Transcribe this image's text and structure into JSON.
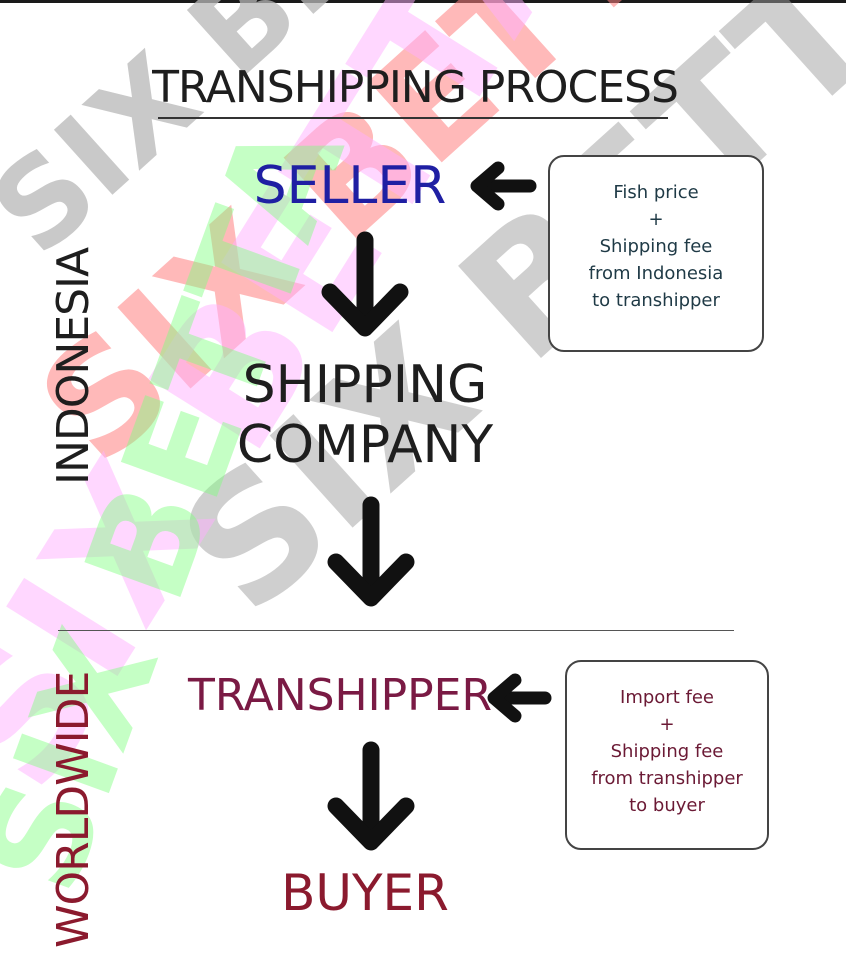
{
  "title": "TRANSHIPPING PROCESS",
  "regions": {
    "top": "INDONESIA",
    "bottom": "WORLDWIDE"
  },
  "nodes": {
    "seller": "SELLER",
    "shipping_company_line1": "SHIPPING",
    "shipping_company_line2": "COMPANY",
    "transhipper": "TRANSHIPPER",
    "buyer": "BUYER"
  },
  "cost_boxes": {
    "seller_costs": [
      "Fish price",
      "+",
      "Shipping fee",
      "from Indonesia",
      "to transhipper"
    ],
    "transhipper_costs": [
      "Import fee",
      "+",
      "Shipping fee",
      "from transhipper",
      "to buyer"
    ]
  },
  "watermark": "SIX BETTA",
  "colors": {
    "seller": "#1f1fa3",
    "transhipper": "#7a1a44",
    "buyer": "#8b1a2e",
    "worldwide": "#8b1a2e"
  }
}
